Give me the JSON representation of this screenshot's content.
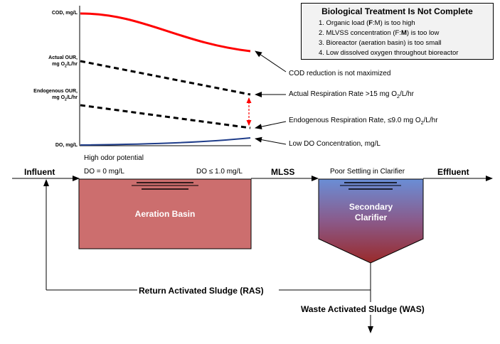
{
  "graph": {
    "y_labels": {
      "cod": "COD, mg/L",
      "actual_our_l1": "Actual OUR,",
      "actual_our_l2": "mg O",
      "actual_our_l2b": "2",
      "actual_our_l2c": "/L/hr",
      "endo_our_l1": "Endogenous OUR,",
      "endo_our_l2": "mg O",
      "endo_our_l2b": "2",
      "endo_our_l2c": "/L/hr",
      "do": "DO, mg/L"
    },
    "annotations": {
      "cod": "COD reduction is not maximized",
      "actual_a": "Actual Respiration Rate >15 mg O",
      "actual_b": "2",
      "actual_c": "/L/hr",
      "endo_a": "Endogenous Respiration Rate,  ≤9.0 mg O",
      "endo_b": "2",
      "endo_c": "/L/hr",
      "do": "Low DO Concentration, mg/L"
    },
    "colors": {
      "cod": "#ff0000",
      "do": "#1f3d8a",
      "gap_arrow": "#ff0000"
    }
  },
  "legend": {
    "title": "Biological Treatment Is Not Complete",
    "items": [
      {
        "pre": "1. Organic load (",
        "bold": "F",
        "post": ":M) is too high"
      },
      {
        "pre": "2. MLVSS concentration (F:",
        "bold": "M",
        "post": ") is too low"
      },
      {
        "pre": "3. Bioreactor (aeration basin) is too small",
        "bold": "",
        "post": ""
      },
      {
        "pre": "4. Low dissolved oxygen throughout bioreactor",
        "bold": "",
        "post": ""
      }
    ]
  },
  "process": {
    "high_odor": "High odor potential",
    "influent": "Influent",
    "do_in": "DO = 0 mg/L",
    "do_out": "DO ≤ 1.0 mg/L",
    "mlss": "MLSS",
    "poor_settling": "Poor Settling in Clarifier",
    "effluent": "Effluent",
    "aeration_basin": "Aeration Basin",
    "clarifier_l1": "Secondary",
    "clarifier_l2": "Clarifier",
    "ras": "Return Activated Sludge (RAS)",
    "was": "Waste Activated Sludge (WAS)",
    "colors": {
      "basin": "#cc6e6e",
      "clarifier_top": "#6a8ed6",
      "clarifier_bottom": "#9a2a2a"
    }
  }
}
